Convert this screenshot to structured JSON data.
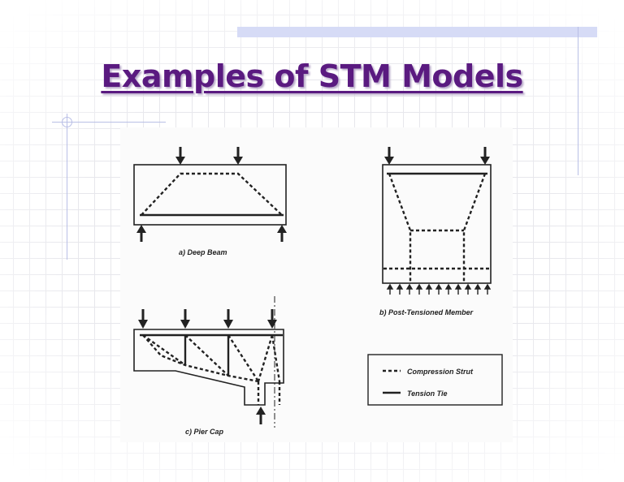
{
  "slide": {
    "title": "Examples of STM Models"
  },
  "figure": {
    "captions": {
      "deep_beam": "a) Deep Beam",
      "post_tensioned": "b) Post-Tensioned Member",
      "pier_cap": "c) Pier Cap"
    },
    "legend": {
      "compression": "Compression Strut",
      "tension": "Tension Tie"
    }
  },
  "colors": {
    "title": "#5a1a80",
    "decoration": "#d6dbf6",
    "ink": "#222222"
  }
}
